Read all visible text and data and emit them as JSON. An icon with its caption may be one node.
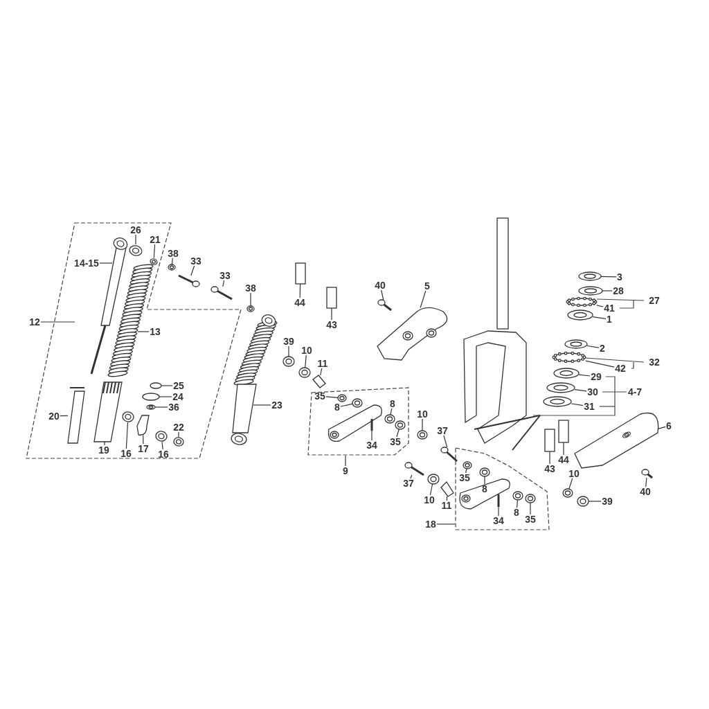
{
  "diagram": {
    "nodes": [
      {
        "text": [
          "12"
        ]
      },
      {
        "text": [
          "14-15"
        ]
      },
      {
        "text": [
          "26"
        ]
      },
      {
        "text": [
          "21"
        ]
      },
      {
        "text": [
          "38"
        ]
      },
      {
        "text": [
          "33"
        ]
      },
      {
        "text": [
          "33"
        ]
      },
      {
        "text": [
          "38"
        ]
      },
      {
        "text": [
          "13"
        ]
      },
      {
        "text": [
          "25"
        ]
      },
      {
        "text": [
          "24"
        ]
      },
      {
        "text": [
          "36"
        ]
      },
      {
        "text": [
          "20"
        ]
      },
      {
        "text": [
          "16"
        ]
      },
      {
        "text": [
          "19"
        ]
      },
      {
        "text": [
          "17"
        ]
      },
      {
        "text": [
          "16"
        ]
      },
      {
        "text": [
          "22"
        ]
      },
      {
        "text": [
          "23"
        ]
      },
      {
        "text": [
          "44"
        ]
      },
      {
        "text": [
          "43"
        ]
      },
      {
        "text": [
          "40"
        ]
      },
      {
        "text": [
          "5"
        ]
      },
      {
        "text": [
          "39"
        ]
      },
      {
        "text": [
          "10"
        ]
      },
      {
        "text": [
          "11"
        ]
      },
      {
        "text": [
          "35"
        ]
      },
      {
        "text": [
          "8"
        ]
      },
      {
        "text": [
          "8"
        ]
      },
      {
        "text": [
          "34"
        ]
      },
      {
        "text": [
          "35"
        ]
      },
      {
        "text": [
          "9"
        ]
      },
      {
        "text": [
          "10"
        ]
      },
      {
        "text": [
          "37"
        ]
      },
      {
        "text": [
          "37"
        ]
      },
      {
        "text": [
          "10"
        ]
      },
      {
        "text": [
          "11"
        ]
      },
      {
        "text": [
          "35"
        ]
      },
      {
        "text": [
          "8"
        ]
      },
      {
        "text": [
          "34"
        ]
      },
      {
        "text": [
          "8"
        ]
      },
      {
        "text": [
          "35"
        ]
      },
      {
        "text": [
          "18"
        ]
      },
      {
        "text": [
          "43"
        ]
      },
      {
        "text": [
          "44"
        ]
      },
      {
        "text": [
          "10"
        ]
      },
      {
        "text": [
          "39"
        ]
      },
      {
        "text": [
          "40"
        ]
      },
      {
        "text": [
          "6"
        ]
      },
      {
        "text": [
          "3"
        ]
      },
      {
        "text": [
          "28"
        ]
      },
      {
        "text": [
          "41"
        ]
      },
      {
        "text": [
          "1"
        ]
      },
      {
        "text": [
          "2"
        ]
      },
      {
        "text": [
          "42"
        ]
      },
      {
        "text": [
          "29"
        ]
      },
      {
        "text": [
          "30"
        ]
      },
      {
        "text": [
          "31"
        ]
      },
      {
        "text": [],
        "shape": "picture"
      },
      {
        "text": [],
        "shape": "picture"
      },
      {
        "text": [],
        "shape": "picture"
      },
      {
        "text": [],
        "shape": "picture"
      },
      {
        "text": [],
        "shape": "picture"
      },
      {
        "text": [],
        "shape": "picture"
      },
      {
        "text": [],
        "shape": "picture"
      },
      {
        "text": [],
        "shape": "picture"
      },
      {
        "text": [],
        "shape": "picture"
      },
      {
        "text": [],
        "shape": "picture"
      },
      {
        "text": [],
        "shape": "picture"
      },
      {
        "text": [],
        "shape": "picture"
      },
      {
        "text": [],
        "shape": "picture"
      },
      {
        "text": [],
        "shape": "picture"
      },
      {
        "text": [],
        "shape": "picture"
      },
      {
        "text": [],
        "shape": "picture"
      },
      {
        "text": [],
        "shape": "picture"
      },
      {
        "text": [],
        "shape": "picture"
      },
      {
        "text": [],
        "shape": "box"
      },
      {
        "text": [],
        "shape": "box"
      },
      {
        "text": [],
        "shape": "picture"
      },
      {
        "text": [],
        "shape": "picture"
      },
      {
        "text": [],
        "shape": "picture"
      },
      {
        "text": [],
        "shape": "picture"
      },
      {
        "text": [],
        "shape": "picture"
      },
      {
        "text": [],
        "shape": "picture"
      },
      {
        "text": [],
        "shape": "picture"
      },
      {
        "text": [],
        "shape": "picture"
      },
      {
        "text": [],
        "shape": "picture"
      },
      {
        "text": [],
        "shape": "picture"
      },
      {
        "text": [],
        "shape": "picture"
      },
      {
        "text": [],
        "shape": "picture"
      },
      {
        "text": [],
        "shape": "picture"
      },
      {
        "text": [],
        "shape": "picture"
      },
      {
        "text": [],
        "shape": "picture"
      },
      {
        "text": [],
        "shape": "picture"
      },
      {
        "text": [],
        "shape": "picture"
      },
      {
        "text": [],
        "shape": "picture"
      },
      {
        "text": [],
        "shape": "picture"
      },
      {
        "text": [],
        "shape": "picture"
      },
      {
        "text": [],
        "shape": "box"
      },
      {
        "text": [],
        "shape": "box"
      },
      {
        "text": [],
        "shape": "picture"
      },
      {
        "text": [],
        "shape": "picture"
      },
      {
        "text": [],
        "shape": "picture"
      },
      {
        "text": [],
        "shape": "picture"
      },
      {
        "text": [],
        "shape": "picture"
      },
      {
        "text": [],
        "shape": "picture"
      },
      {
        "text": [],
        "shape": "picture"
      },
      {
        "text": [],
        "shape": "picture"
      },
      {
        "text": [],
        "shape": "picture"
      },
      {
        "text": [],
        "shape": "picture"
      },
      {
        "text": [],
        "shape": "picture"
      },
      {
        "text": [],
        "shape": "picture"
      },
      {
        "text": [],
        "shape": "picture"
      }
    ],
    "edges": [
      {
        "from": 0,
        "to": null,
        "arrow": "none"
      },
      {
        "from": 1,
        "to": 58,
        "arrow": "none"
      },
      {
        "from": 2,
        "to": 59,
        "arrow": "none"
      },
      {
        "from": 3,
        "to": 60,
        "arrow": "none"
      },
      {
        "from": 4,
        "to": 61,
        "arrow": "none"
      },
      {
        "from": 5,
        "to": 62,
        "arrow": "none"
      },
      {
        "from": 6,
        "to": 63,
        "arrow": "none"
      },
      {
        "from": 7,
        "to": 64,
        "arrow": "none"
      },
      {
        "from": 8,
        "to": 65,
        "arrow": "none"
      },
      {
        "from": 9,
        "to": 66,
        "arrow": "none"
      },
      {
        "from": 10,
        "to": 67,
        "arrow": "none"
      },
      {
        "from": 11,
        "to": 68,
        "arrow": "none"
      },
      {
        "from": 12,
        "to": 69,
        "arrow": "none"
      },
      {
        "from": 13,
        "to": 70,
        "arrow": "none"
      },
      {
        "from": 14,
        "to": 71,
        "arrow": "none"
      },
      {
        "from": 15,
        "to": 72,
        "arrow": "none"
      },
      {
        "from": 16,
        "to": 73,
        "arrow": "none"
      },
      {
        "from": 17,
        "to": 74,
        "arrow": "none"
      },
      {
        "from": 18,
        "to": 75,
        "arrow": "none"
      },
      {
        "from": 19,
        "to": 76,
        "arrow": "none"
      },
      {
        "from": 20,
        "to": 77,
        "arrow": "none"
      },
      {
        "from": 21,
        "to": 78,
        "arrow": "none"
      },
      {
        "from": 22,
        "to": 79,
        "arrow": "none"
      },
      {
        "from": 23,
        "to": 80,
        "arrow": "none"
      },
      {
        "from": 24,
        "to": 81,
        "arrow": "none"
      },
      {
        "from": 25,
        "to": 82,
        "arrow": "none"
      },
      {
        "from": 26,
        "to": 83,
        "arrow": "none"
      },
      {
        "from": 27,
        "to": 84,
        "arrow": "none"
      },
      {
        "from": 28,
        "to": 85,
        "arrow": "none"
      },
      {
        "from": 29,
        "to": 86,
        "arrow": "none"
      },
      {
        "from": 30,
        "to": 87,
        "arrow": "none"
      },
      {
        "from": 31,
        "to": null,
        "arrow": "none"
      },
      {
        "from": 32,
        "to": 88,
        "arrow": "none"
      },
      {
        "from": 33,
        "to": 89,
        "arrow": "none"
      },
      {
        "from": 34,
        "to": 90,
        "arrow": "none"
      },
      {
        "from": 35,
        "to": 91,
        "arrow": "none"
      },
      {
        "from": 36,
        "to": 92,
        "arrow": "none"
      },
      {
        "from": 37,
        "to": 93,
        "arrow": "none"
      },
      {
        "from": 38,
        "to": 94,
        "arrow": "none"
      },
      {
        "from": 39,
        "to": 95,
        "arrow": "none"
      },
      {
        "from": 40,
        "to": 96,
        "arrow": "none"
      },
      {
        "from": 41,
        "to": 97,
        "arrow": "none"
      },
      {
        "from": 42,
        "to": null,
        "arrow": "none"
      },
      {
        "from": 43,
        "to": 98,
        "arrow": "none"
      },
      {
        "from": 44,
        "to": 99,
        "arrow": "none"
      },
      {
        "from": 45,
        "to": 100,
        "arrow": "none"
      },
      {
        "from": 46,
        "to": 101,
        "arrow": "none"
      },
      {
        "from": 47,
        "to": 102,
        "arrow": "none"
      },
      {
        "from": 48,
        "to": 103,
        "arrow": "none"
      },
      {
        "from": 49,
        "to": 104,
        "arrow": "none"
      },
      {
        "from": 50,
        "to": 105,
        "arrow": "none"
      },
      {
        "from": 51,
        "to": 106,
        "arrow": "none"
      },
      {
        "from": 52,
        "to": 107,
        "arrow": "none"
      },
      {
        "from": 53,
        "to": 108,
        "arrow": "none"
      },
      {
        "from": 54,
        "to": 109,
        "arrow": "none"
      },
      {
        "from": 55,
        "to": 110,
        "arrow": "none"
      },
      {
        "from": 56,
        "to": 111,
        "arrow": "none"
      },
      {
        "from": 57,
        "to": 112,
        "arrow": "none"
      }
    ],
    "labels": [
      "27",
      "32",
      "4-7"
    ]
  }
}
